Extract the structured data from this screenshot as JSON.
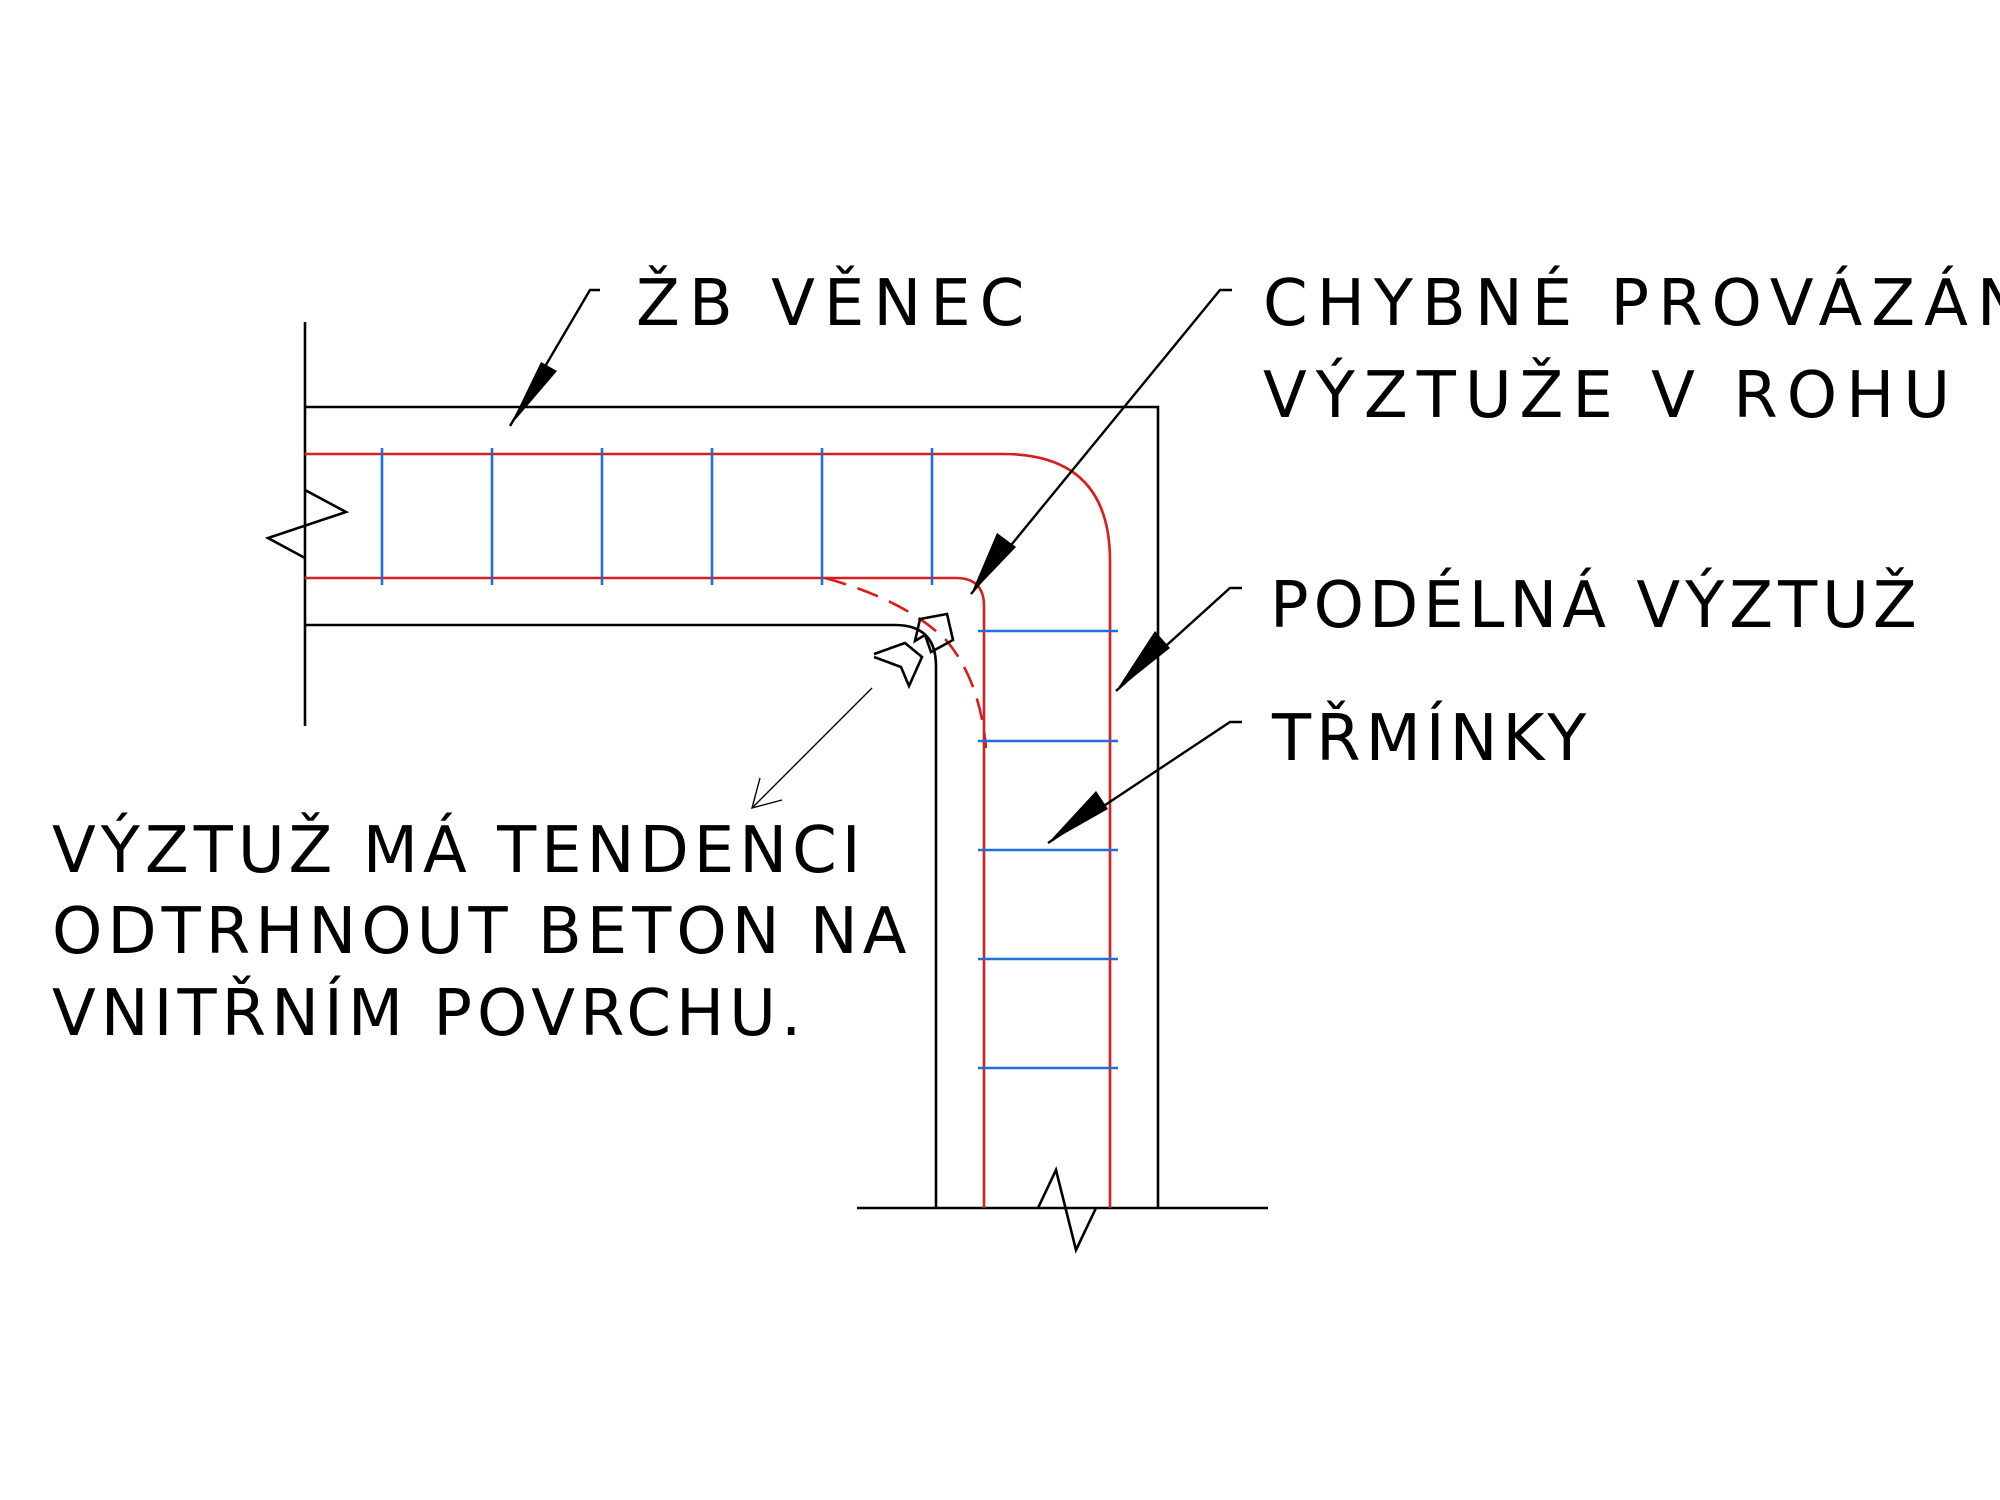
{
  "labels": {
    "ring_beam": "ŽB VĚNEC",
    "faulty_line1": "CHYBNÉ PROVÁZÁNÍ",
    "faulty_line2": "VÝZTUŽE V ROHU",
    "longitudinal": "PODÉLNÁ VÝZTUŽ",
    "stirrups": "TŘMÍNKY",
    "note_line1": "VÝZTUŽ MÁ TENDENCI",
    "note_line2": "ODTRHNOUT BETON NA",
    "note_line3": "VNITŘNÍM POVRCHU."
  },
  "colors": {
    "concrete_outline": "#000000",
    "longitudinal_rebar": "#d81e1e",
    "stirrups": "#1f6fd6"
  }
}
